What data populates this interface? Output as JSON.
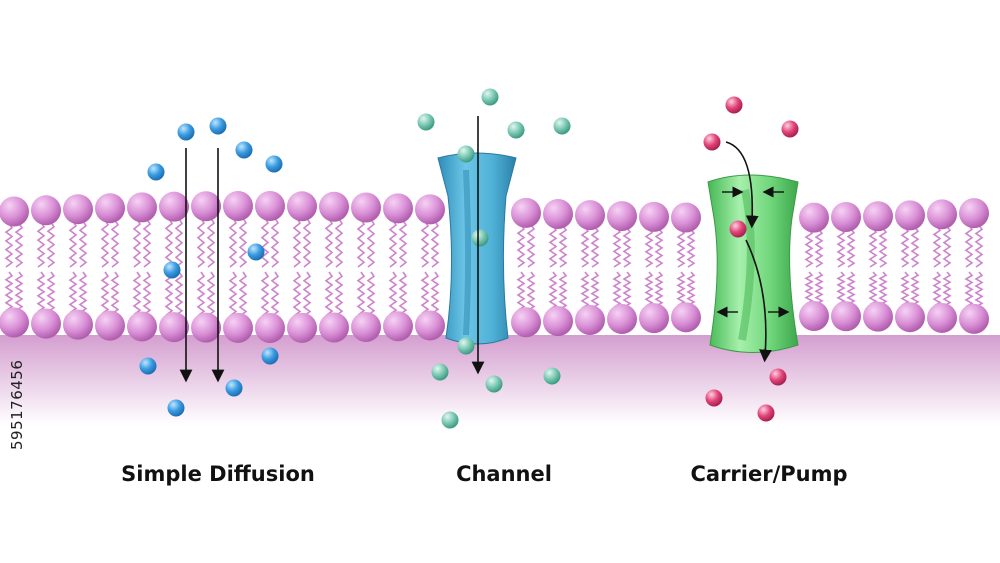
{
  "labels": {
    "simple_diffusion": "Simple Diffusion",
    "channel": "Channel",
    "carrier": "Carrier/Pump"
  },
  "watermark_id": "595176456",
  "colors": {
    "lipid_head": "#d98fd6",
    "lipid_tail": "#c46fc2",
    "shade": "#b04fa8",
    "diffusion_particle": "#3a9be0",
    "channel_particle": "#7cc9b4",
    "carrier_particle": "#e2457a",
    "channel_protein": "#4fb1d6",
    "carrier_protein": "#6fd67a"
  }
}
